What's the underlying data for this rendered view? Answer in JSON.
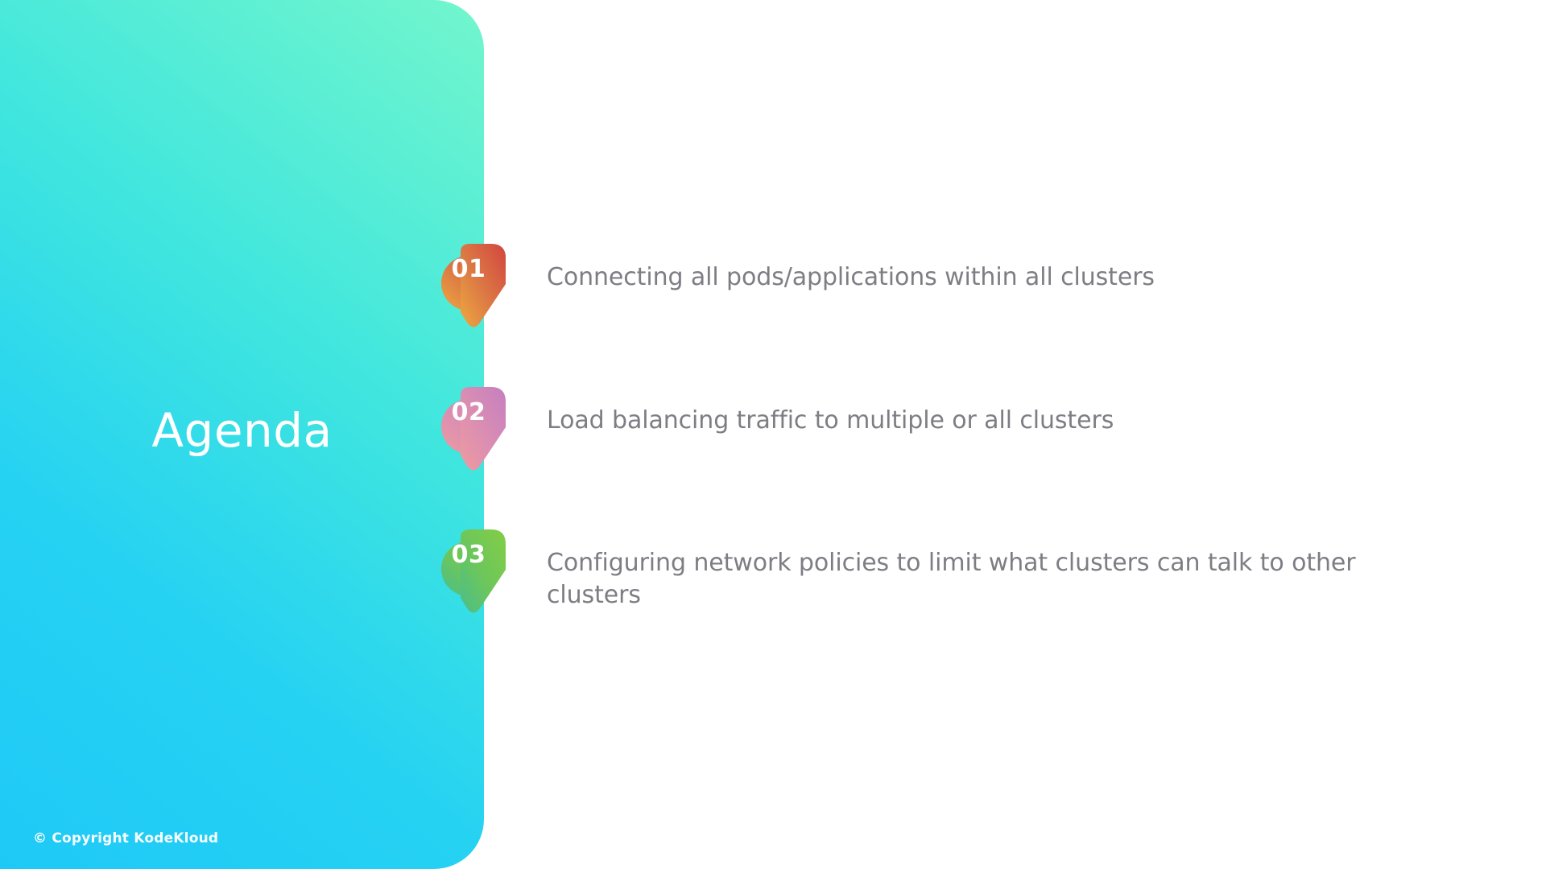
{
  "slide": {
    "title": "Agenda",
    "copyright": "© Copyright KodeKloud",
    "background_color": "#FFFFFF",
    "panel_gradient_from": "#1FC9F7",
    "panel_gradient_to": "#73F6CC",
    "body_text_color": "#7D7D84"
  },
  "agenda": {
    "items": [
      {
        "number": "01",
        "text": "Connecting all pods/applications within all clusters",
        "badge_color_from": "#D94C4C",
        "badge_color_to": "#F5A93C",
        "badge_icon": "pointer-badge-icon"
      },
      {
        "number": "02",
        "text": "Load balancing traffic to multiple or all clusters",
        "badge_color_from": "#C888BE",
        "badge_color_to": "#F0949E",
        "badge_icon": "pointer-badge-icon"
      },
      {
        "number": "03",
        "text": "Configuring network policies to limit what clusters can talk to other clusters",
        "badge_color_from": "#79C94B",
        "badge_color_to": "#4FBF7E",
        "badge_icon": "pointer-badge-icon"
      }
    ]
  }
}
